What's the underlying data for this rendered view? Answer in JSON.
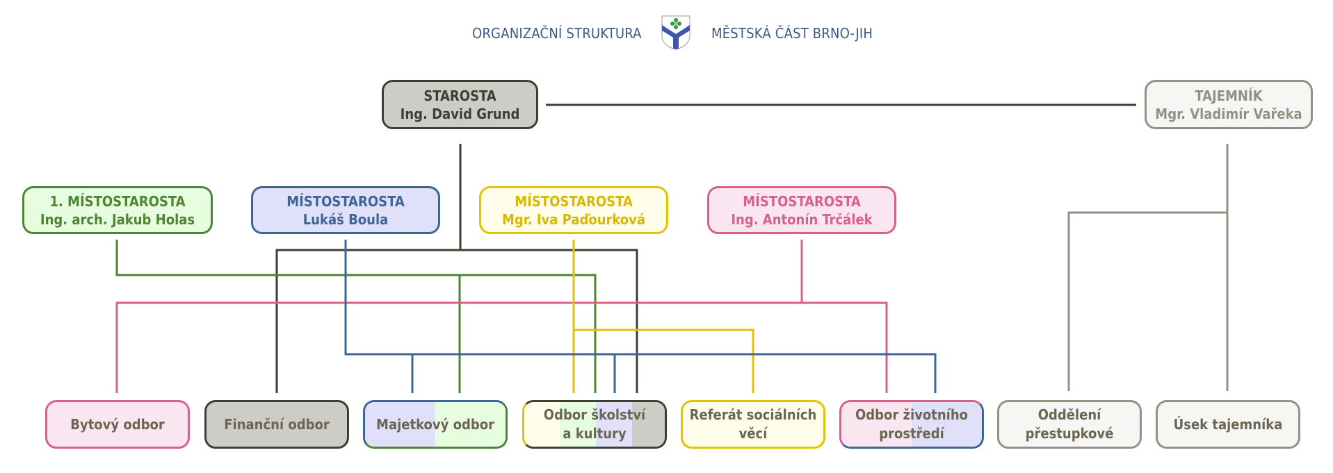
{
  "header": {
    "left_title": "ORGANIZAČNÍ STRUKTURA",
    "right_title": "MĚSTSKÁ ČÁST BRNO-JIH",
    "logo_icon": "city-district-coat-of-arms-icon"
  },
  "colors": {
    "dark": "#3e3e33",
    "grey": "#929284",
    "green": "#4f8433",
    "blue": "#3e6593",
    "yellow": "#e3c300",
    "pink": "#d86189",
    "header_text": "#3d5787",
    "dept_text": "#6b6652"
  },
  "top": {
    "starosta": {
      "role": "STAROSTA",
      "name": "Ing. David Grund"
    },
    "tajemnik": {
      "role": "TAJEMNÍK",
      "name": "Mgr. Vladimír Vařeka"
    }
  },
  "deputies": [
    {
      "role": "1. MÍSTOSTAROSTA",
      "name": "Ing. arch. Jakub Holas",
      "color": "green"
    },
    {
      "role": "MÍSTOSTAROSTA",
      "name": "Lukáš Boula",
      "color": "blue"
    },
    {
      "role": "MÍSTOSTAROSTA",
      "name": "Mgr. Iva Paďourková",
      "color": "yellow"
    },
    {
      "role": "MÍSTOSTAROSTA",
      "name": "Ing. Antonín Trčálek",
      "color": "pink"
    }
  ],
  "departments": [
    {
      "line1": "Bytový odbor",
      "line2": "",
      "owners": [
        "pink"
      ]
    },
    {
      "line1": "Finanční odbor",
      "line2": "",
      "owners": [
        "dark"
      ]
    },
    {
      "line1": "Majetkový odbor",
      "line2": "",
      "owners": [
        "blue",
        "green"
      ]
    },
    {
      "line1": "Odbor školství",
      "line2": "a kultury",
      "owners": [
        "yellow",
        "green",
        "blue",
        "dark"
      ]
    },
    {
      "line1": "Referát sociálních",
      "line2": "věcí",
      "owners": [
        "yellow"
      ]
    },
    {
      "line1": "Odbor životního",
      "line2": "prostředí",
      "owners": [
        "pink",
        "blue"
      ]
    },
    {
      "line1": "Oddělení",
      "line2": "přestupkové",
      "owners": [
        "grey"
      ]
    },
    {
      "line1": "Úsek tajemníka",
      "line2": "",
      "owners": [
        "grey"
      ]
    }
  ]
}
